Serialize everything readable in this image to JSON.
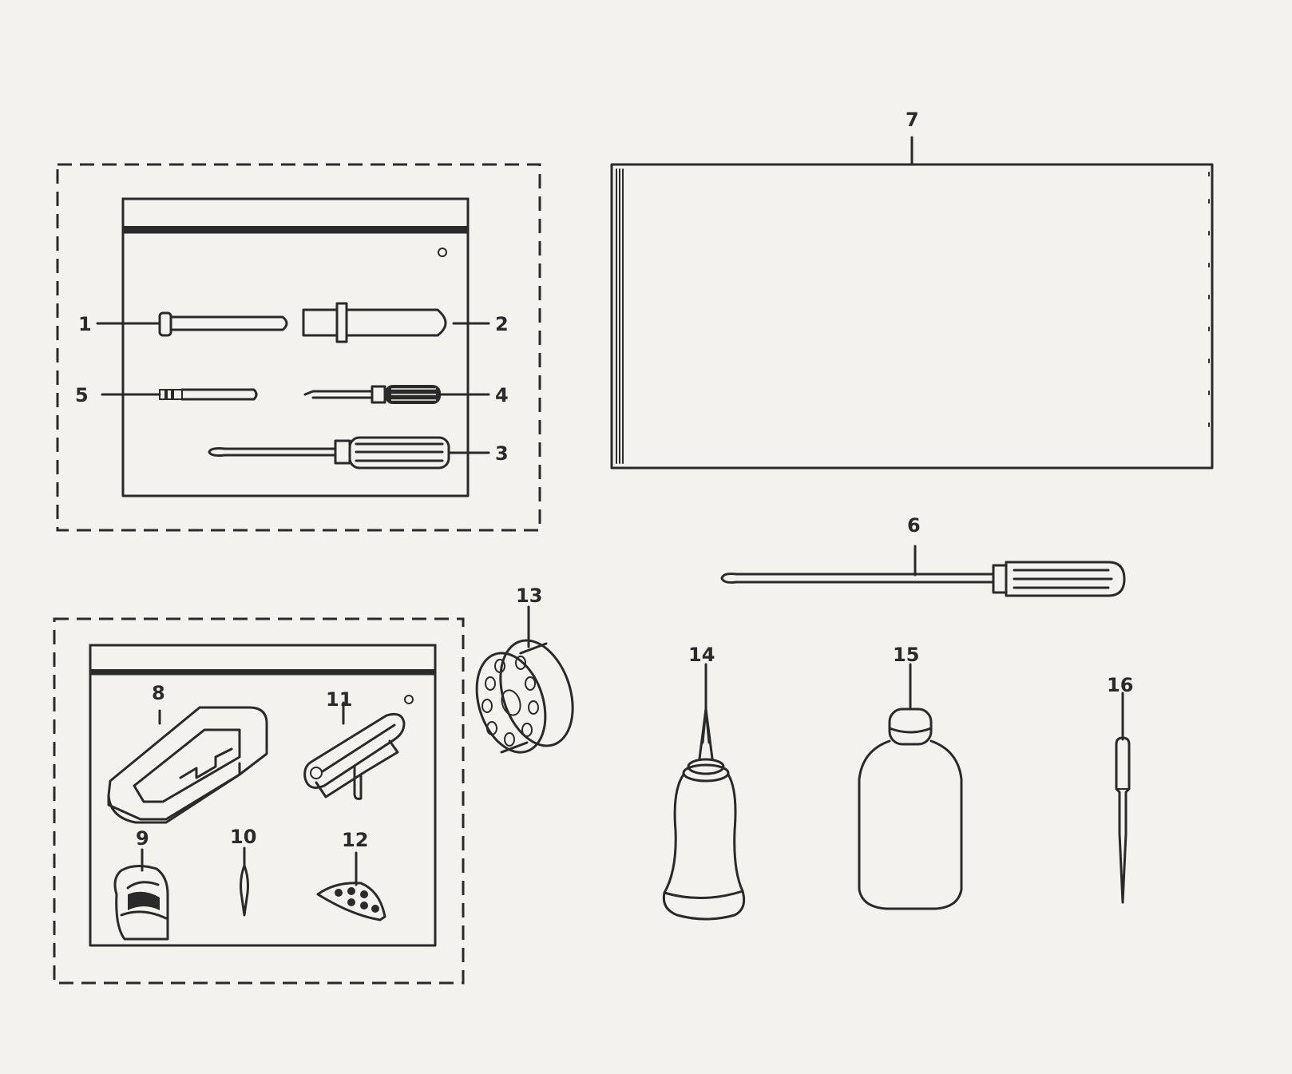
{
  "colors": {
    "ink": "#2a2a2a",
    "paper": "#f4f2ee"
  },
  "parts": [
    {
      "id": "1",
      "label": "1"
    },
    {
      "id": "2",
      "label": "2"
    },
    {
      "id": "3",
      "label": "3"
    },
    {
      "id": "4",
      "label": "4"
    },
    {
      "id": "5",
      "label": "5"
    },
    {
      "id": "6",
      "label": "6"
    },
    {
      "id": "7",
      "label": "7"
    },
    {
      "id": "8",
      "label": "8"
    },
    {
      "id": "9",
      "label": "9"
    },
    {
      "id": "10",
      "label": "10"
    },
    {
      "id": "11",
      "label": "11"
    },
    {
      "id": "12",
      "label": "12"
    },
    {
      "id": "13",
      "label": "13"
    },
    {
      "id": "14",
      "label": "14"
    },
    {
      "id": "15",
      "label": "15"
    },
    {
      "id": "16",
      "label": "16"
    }
  ]
}
